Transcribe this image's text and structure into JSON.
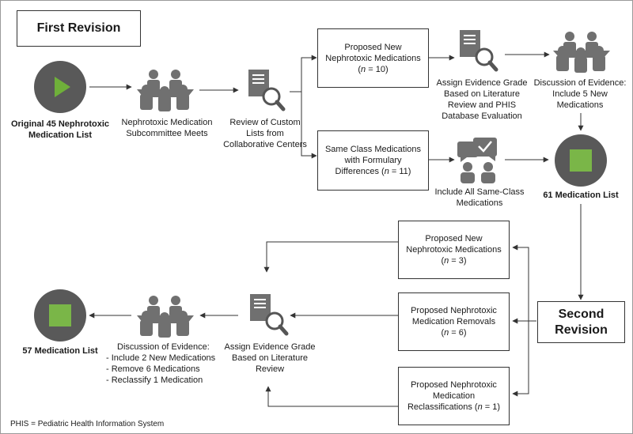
{
  "titles": {
    "first_revision": "First Revision",
    "second_revision_line1": "Second",
    "second_revision_line2": "Revision"
  },
  "nodes": {
    "original_list": {
      "line1": "Original 45 Nephrotoxic",
      "line2": "Medication List"
    },
    "subcommittee": {
      "line1": "Nephrotoxic Medication",
      "line2": "Subcommittee Meets"
    },
    "review_custom": {
      "line1": "Review of Custom",
      "line2": "Lists from",
      "line3": "Collaborative Centers"
    },
    "proposed_new_1": {
      "line1": "Proposed New",
      "line2": "Nephrotoxic Medications",
      "n_prefix": "(",
      "n_var": "n",
      "n_value": " = 10)"
    },
    "same_class": {
      "line1": "Same Class Medications",
      "line2": "with Formulary",
      "line3_prefix": "Differences (",
      "n_var": "n",
      "n_value": " = 11)"
    },
    "assign_grade_1": {
      "line1": "Assign Evidence Grade",
      "line2": "Based on Literature",
      "line3": "Review and PHIS",
      "line4": "Database Evaluation"
    },
    "include_same_class": {
      "line1": "Include All Same-Class",
      "line2": "Medications"
    },
    "discussion_1": {
      "line1": "Discussion of Evidence:",
      "line2": "Include 5 New",
      "line3": "Medications"
    },
    "list_61": {
      "label": "61 Medication List"
    },
    "proposed_new_2": {
      "line1": "Proposed New",
      "line2": "Nephrotoxic Medications",
      "n_prefix": "(",
      "n_var": "n",
      "n_value": " = 3)"
    },
    "removals": {
      "line1": "Proposed Nephrotoxic",
      "line2": "Medication Removals",
      "n_prefix": "(",
      "n_var": "n",
      "n_value": " = 6)"
    },
    "reclass": {
      "line1": "Proposed Nephrotoxic",
      "line2": "Medication",
      "line3_prefix": "Reclassifications (",
      "n_var": "n",
      "n_value": " = 1)"
    },
    "assign_grade_2": {
      "line1": "Assign Evidence Grade",
      "line2": "Based on Literature",
      "line3": "Review"
    },
    "discussion_2": {
      "line1": "Discussion of Evidence:",
      "line2": "- Include 2 New Medications",
      "line3": "- Remove 6 Medications",
      "line4": "- Reclassify 1 Medication"
    },
    "list_57": {
      "label": "57 Medication List"
    }
  },
  "footnote": "PHIS = Pediatric Health Information System",
  "colors": {
    "circle_fill": "#595959",
    "accent_green": "#7ab648",
    "play_green": "#6fb03a",
    "icon_gray": "#707070",
    "line": "#333333"
  }
}
